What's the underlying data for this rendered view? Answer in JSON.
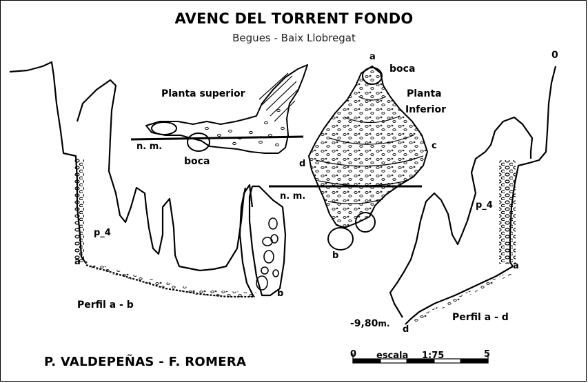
{
  "title": "AVENC DEL TORRENT FONDO",
  "subtitle": "Begues - Baix Llobregat",
  "plan": {
    "upper_label": "Planta superior",
    "lower_label_1": "Planta",
    "lower_label_2": "Inferior",
    "nm_label": "n. m.",
    "boca_label": "boca",
    "point_a": "a",
    "point_b": "b",
    "point_c": "c",
    "point_d": "d"
  },
  "profile_ab": {
    "label": "Perfil a - b",
    "pitch": "p_4",
    "point_a": "a",
    "point_b": "b"
  },
  "profile_ad": {
    "label": "Perfil  a - d",
    "pitch": "p_4",
    "point_a": "a",
    "point_d": "d",
    "top_zero": "0",
    "depth": "-9,80",
    "depth_unit": "m."
  },
  "scale": {
    "label": "escala",
    "ratio": "1:75",
    "start": "0",
    "end": "5"
  },
  "authors": "P. VALDEPEÑAS - F. ROMERA"
}
